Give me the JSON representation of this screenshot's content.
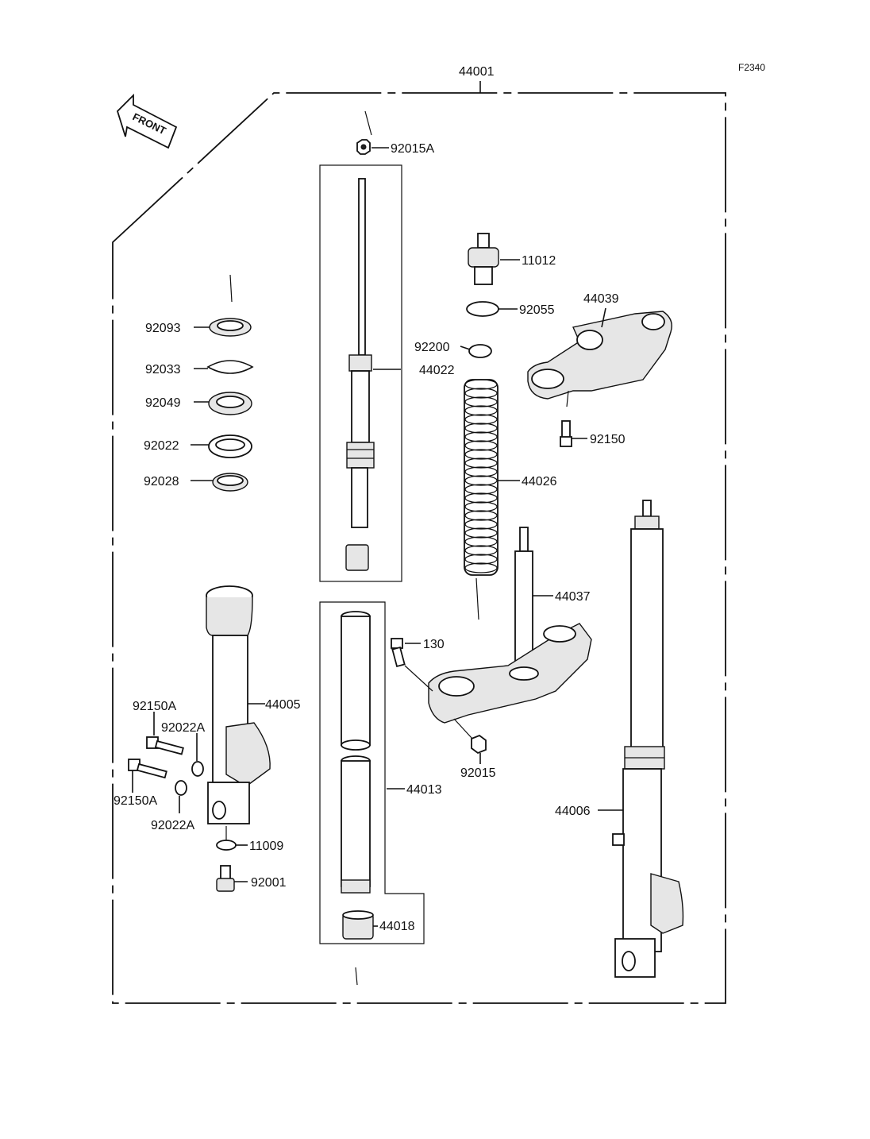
{
  "figure_code": "F2340",
  "front_label": "FRONT",
  "assembly_label": "44001",
  "parts": {
    "p92015A": "92015A",
    "p11012": "11012",
    "p92055": "92055",
    "p44039": "44039",
    "p92200": "92200",
    "p44022": "44022",
    "p92150": "92150",
    "p92093": "92093",
    "p92033": "92033",
    "p92049": "92049",
    "p92022": "92022",
    "p92028": "92028",
    "p44026": "44026",
    "p44037": "44037",
    "p130": "130",
    "p44005": "44005",
    "p92150A_top": "92150A",
    "p92022A_top": "92022A",
    "p92150A_bottom": "92150A",
    "p92022A_bottom": "92022A",
    "p92015": "92015",
    "p44013": "44013",
    "p44006": "44006",
    "p11009": "11009",
    "p92001": "92001",
    "p44018": "44018"
  }
}
